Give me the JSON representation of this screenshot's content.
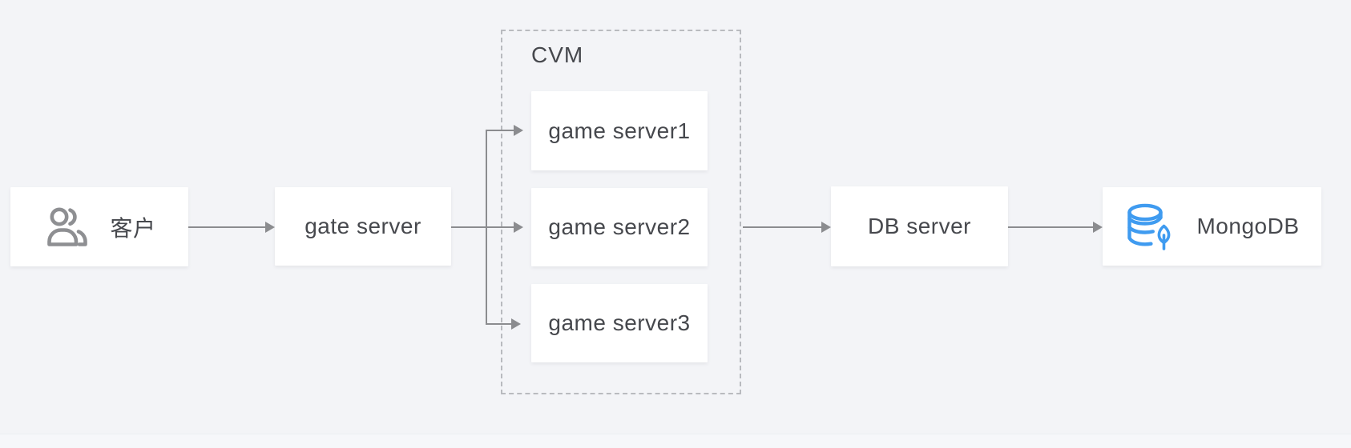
{
  "diagram": {
    "type": "architecture-flow",
    "group": {
      "label": "CVM"
    },
    "nodes": [
      {
        "id": "customer",
        "label": "客户",
        "icon": "users-icon"
      },
      {
        "id": "gate-server",
        "label": "gate server"
      },
      {
        "id": "game-server-1",
        "label": "game server1",
        "in_group": "CVM"
      },
      {
        "id": "game-server-2",
        "label": "game server2",
        "in_group": "CVM"
      },
      {
        "id": "game-server-3",
        "label": "game server3",
        "in_group": "CVM"
      },
      {
        "id": "db-server",
        "label": "DB server"
      },
      {
        "id": "mongodb",
        "label": "MongoDB",
        "icon": "mongodb-database-leaf-icon"
      }
    ],
    "edges": [
      {
        "from": "customer",
        "to": "gate-server"
      },
      {
        "from": "gate-server",
        "to": "game-server-1"
      },
      {
        "from": "gate-server",
        "to": "game-server-2"
      },
      {
        "from": "gate-server",
        "to": "game-server-3"
      },
      {
        "from": "CVM",
        "to": "db-server"
      },
      {
        "from": "db-server",
        "to": "mongodb"
      }
    ],
    "colors": {
      "background": "#f3f4f7",
      "node_background": "#ffffff",
      "node_text": "#46484d",
      "arrow": "#8b8c8f",
      "dashed_border": "#b9bbbf",
      "users_icon": "#8e8f92",
      "mongodb_icon": "#3f9bf0"
    }
  }
}
